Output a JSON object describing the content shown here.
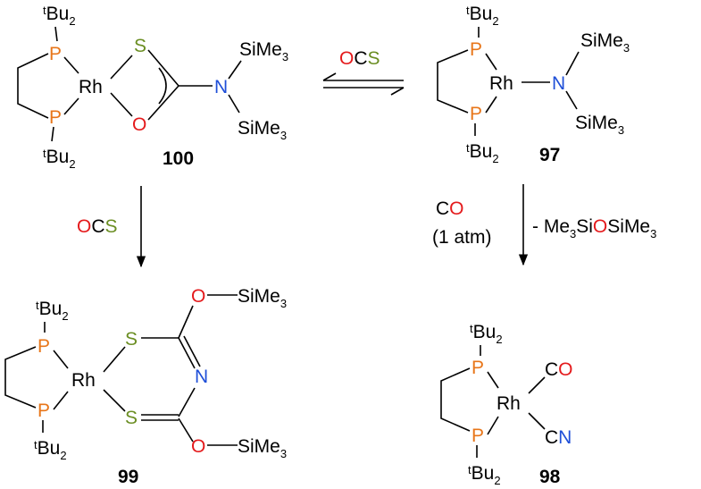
{
  "colors": {
    "P": "#e8761a",
    "S": "#6b8e23",
    "O": "#e41a1c",
    "N": "#1f4fd8",
    "C": "#000000"
  },
  "atoms": {
    "P": "P",
    "Rh": "Rh",
    "S": "S",
    "O": "O",
    "N": "N",
    "C": "C",
    "tBu_sup": "t",
    "tBu_main": "Bu",
    "tBu_sub": "2",
    "SiMe": "SiMe",
    "Me_sub": "3"
  },
  "compounds": {
    "c100": "100",
    "c97": "97",
    "c99": "99",
    "c98": "98"
  },
  "reagents": {
    "ocs_top_O": "O",
    "ocs_top_C": "C",
    "ocs_top_S": "S",
    "ocs_left_O": "O",
    "ocs_left_C": "C",
    "ocs_left_S": "S",
    "co_C": "C",
    "co_O": "O",
    "co_pressure": "(1 atm)",
    "byproduct_prefix": "- Me",
    "byproduct_sub1": "3",
    "byproduct_mid": "Si",
    "byproduct_O": "O",
    "byproduct_suffix": "SiMe",
    "byproduct_sub2": "3"
  }
}
